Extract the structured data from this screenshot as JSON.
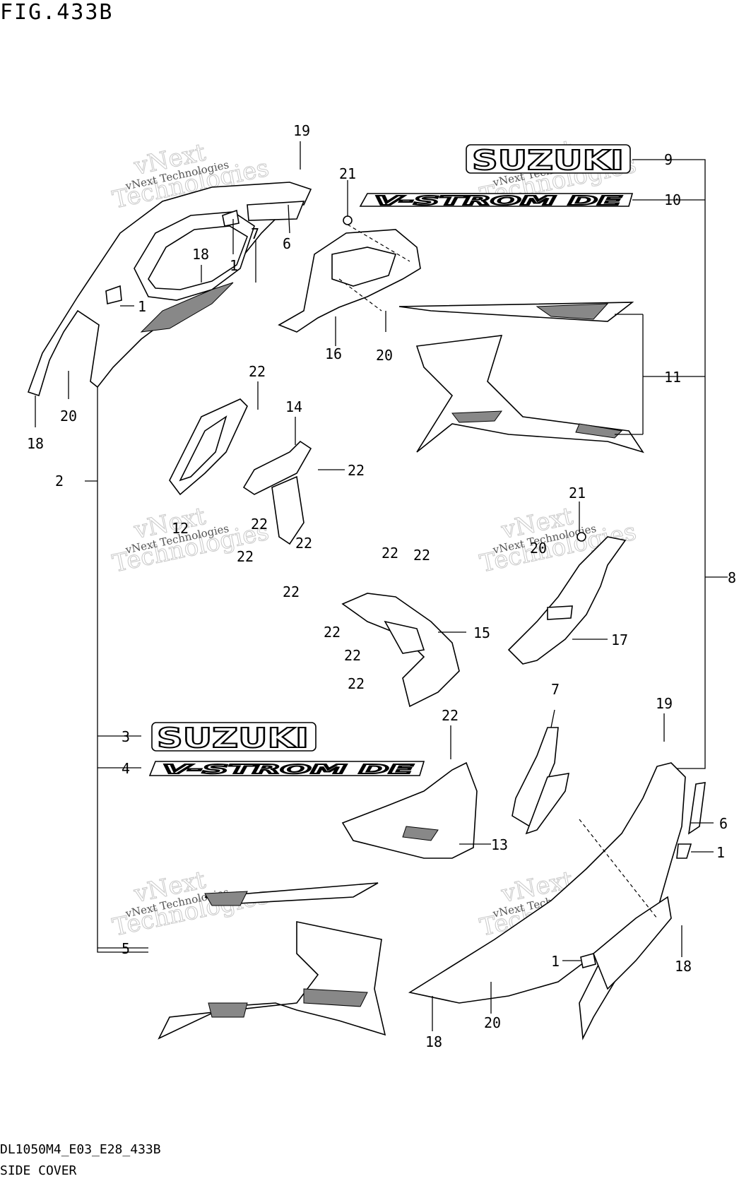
{
  "figure": {
    "title": "FIG.433B",
    "code": "DL1050M4_E03_E28_433B",
    "name": "SIDE COVER"
  },
  "watermark": {
    "line1": "vNext",
    "line2": "Technologies",
    "small": "vNext Technologies"
  },
  "emblems": {
    "suzuki": "SUZUKI",
    "vstrom": "V-STROM DE"
  },
  "callouts": {
    "c1": "1",
    "c2": "2",
    "c3": "3",
    "c4": "4",
    "c5": "5",
    "c6": "6",
    "c7": "7",
    "c8": "8",
    "c9": "9",
    "c10": "10",
    "c11": "11",
    "c12": "12",
    "c13": "13",
    "c14": "14",
    "c15": "15",
    "c16": "16",
    "c17": "17",
    "c18": "18",
    "c19": "19",
    "c20": "20",
    "c21": "21",
    "c22": "22"
  }
}
